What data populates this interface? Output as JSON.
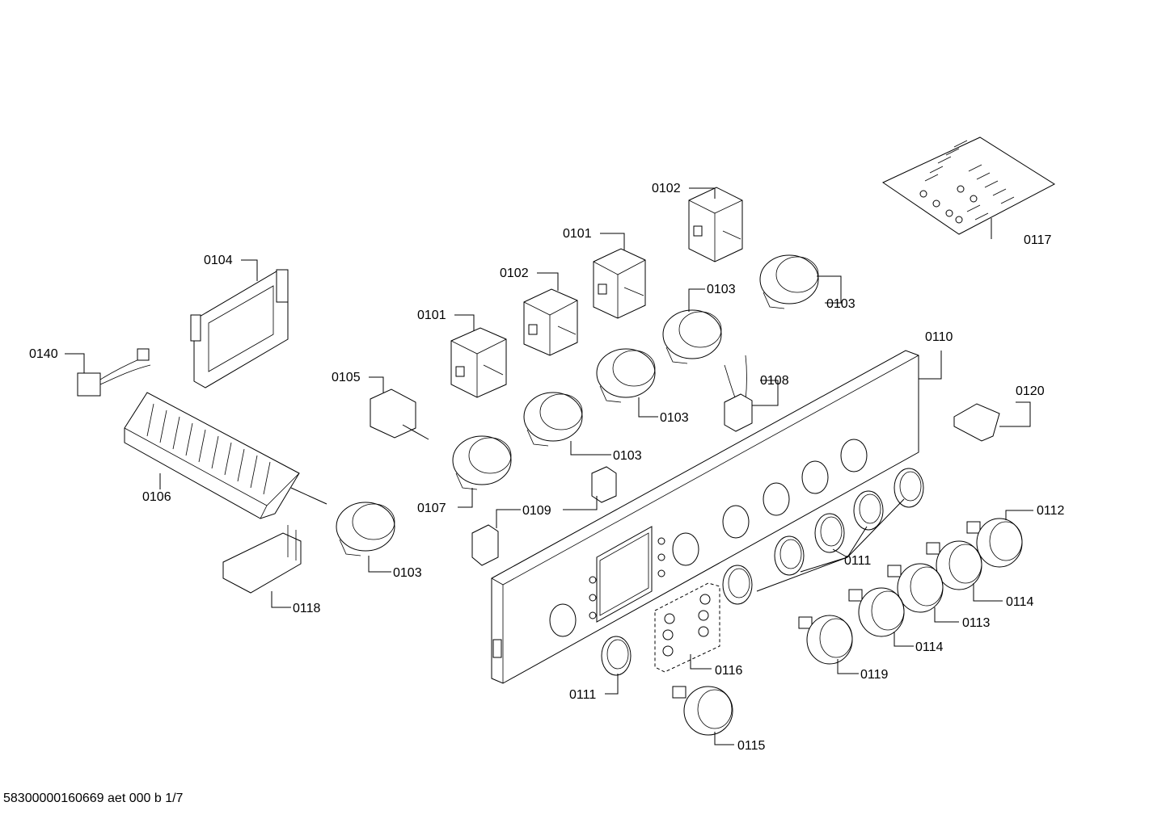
{
  "labels": {
    "l0101a": "0101",
    "l0101b": "0101",
    "l0102a": "0102",
    "l0102b": "0102",
    "l0103a": "0103",
    "l0103b": "0103",
    "l0103c": "0103",
    "l0103d": "0103",
    "l0103e": "0103",
    "l0104": "0104",
    "l0105": "0105",
    "l0106": "0106",
    "l0107": "0107",
    "l0108": "0108",
    "l0109": "0109",
    "l0110": "0110",
    "l0111a": "0111",
    "l0111b": "0111",
    "l0112": "0112",
    "l0113": "0113",
    "l0114a": "0114",
    "l0114b": "0114",
    "l0115": "0115",
    "l0116": "0116",
    "l0117": "0117",
    "l0118": "0118",
    "l0119": "0119",
    "l0120": "0120",
    "l0140": "0140"
  },
  "footer": "58300000160669 aet 000 b 1/7"
}
